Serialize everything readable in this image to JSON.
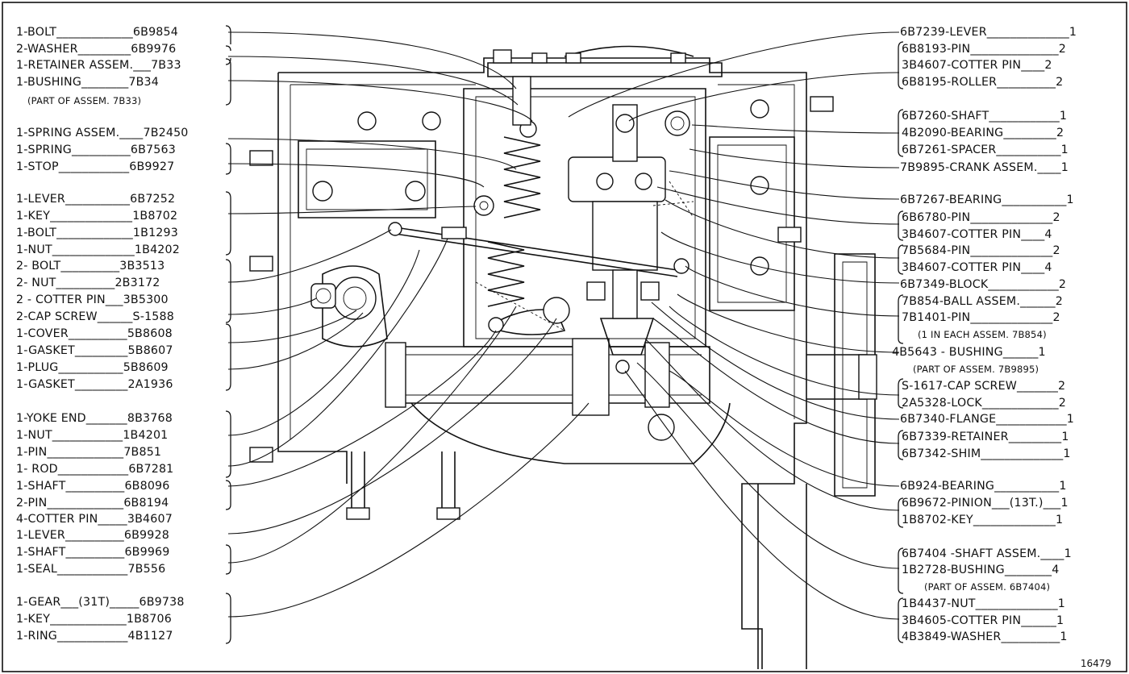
{
  "left_labels": [
    "1-BOLT_____________6B9854",
    "2-WASHER_________6B9976",
    "1-RETAINER ASSEM.___7B33",
    "1-BUSHING________7B34",
    "(PART OF ASSEM. 7B33)",
    "1-SPRING ASSEM.____7B2450",
    "1-SPRING__________6B7563",
    "1-STOP____________6B9927",
    "1-LEVER___________6B7252",
    "1-KEY______________1B8702",
    "1-BOLT_____________1B1293",
    "1-NUT______________1B4202",
    "2- BOLT__________3B3513",
    "2- NUT__________2B3172",
    "2 - COTTER PIN___3B5300",
    "2-CAP SCREW______S-1588",
    "1-COVER__________5B8608",
    "1-GASKET_________5B8607",
    "1-PLUG___________5B8609",
    "1-GASKET_________2A1936",
    "1-YOKE END_______8B3768",
    "1-NUT____________1B4201",
    "1-PIN_____________7B851",
    "1- ROD____________6B7281",
    "1-SHAFT__________6B8096",
    "2-PIN_____________6B8194",
    "4-COTTER PIN_____3B4607",
    "1-LEVER__________6B9928",
    "1-SHAFT__________6B9969",
    "1-SEAL____________7B556",
    "1-GEAR___(31T)_____6B9738",
    "1-KEY_____________1B8706",
    "1-RING____________4B1127"
  ],
  "right_labels": [
    "6B7239-LEVER______________1",
    "6B8193-PIN_______________2",
    "3B4607-COTTER PIN____2",
    "6B8195-ROLLER__________2",
    "6B7260-SHAFT____________1",
    "4B2090-BEARING_________2",
    "6B7261-SPACER___________1",
    "7B9895-CRANK ASSEM.____1",
    "6B7267-BEARING___________1",
    "6B6780-PIN______________2",
    "3B4607-COTTER PIN____4",
    "7B5684-PIN______________2",
    "3B4607-COTTER PIN____4",
    "6B7349-BLOCK____________2",
    "7B854-BALL ASSEM.______2",
    "7B1401-PIN______________2",
    "(1 IN EACH ASSEM. 7B854)",
    "4B5643 - BUSHING______1",
    "(PART OF ASSEM. 7B9895)",
    "S-1617-CAP SCREW_______2",
    "2A5328-LOCK_____________2",
    "6B7340-FLANGE____________1",
    "6B7339-RETAINER_________1",
    "6B7342-SHIM______________1",
    "6B924-BEARING___________1",
    "6B9672-PINION___(13T.)___1",
    "1B8702-KEY______________1",
    "6B7404 -SHAFT ASSEM.____1",
    "1B2728-BUSHING________4",
    "(PART OF ASSEM. 6B7404)",
    "1B4437-NUT______________1",
    "3B4605-COTTER PIN______1",
    "4B3849-WASHER__________1"
  ],
  "figure_number": "16479"
}
